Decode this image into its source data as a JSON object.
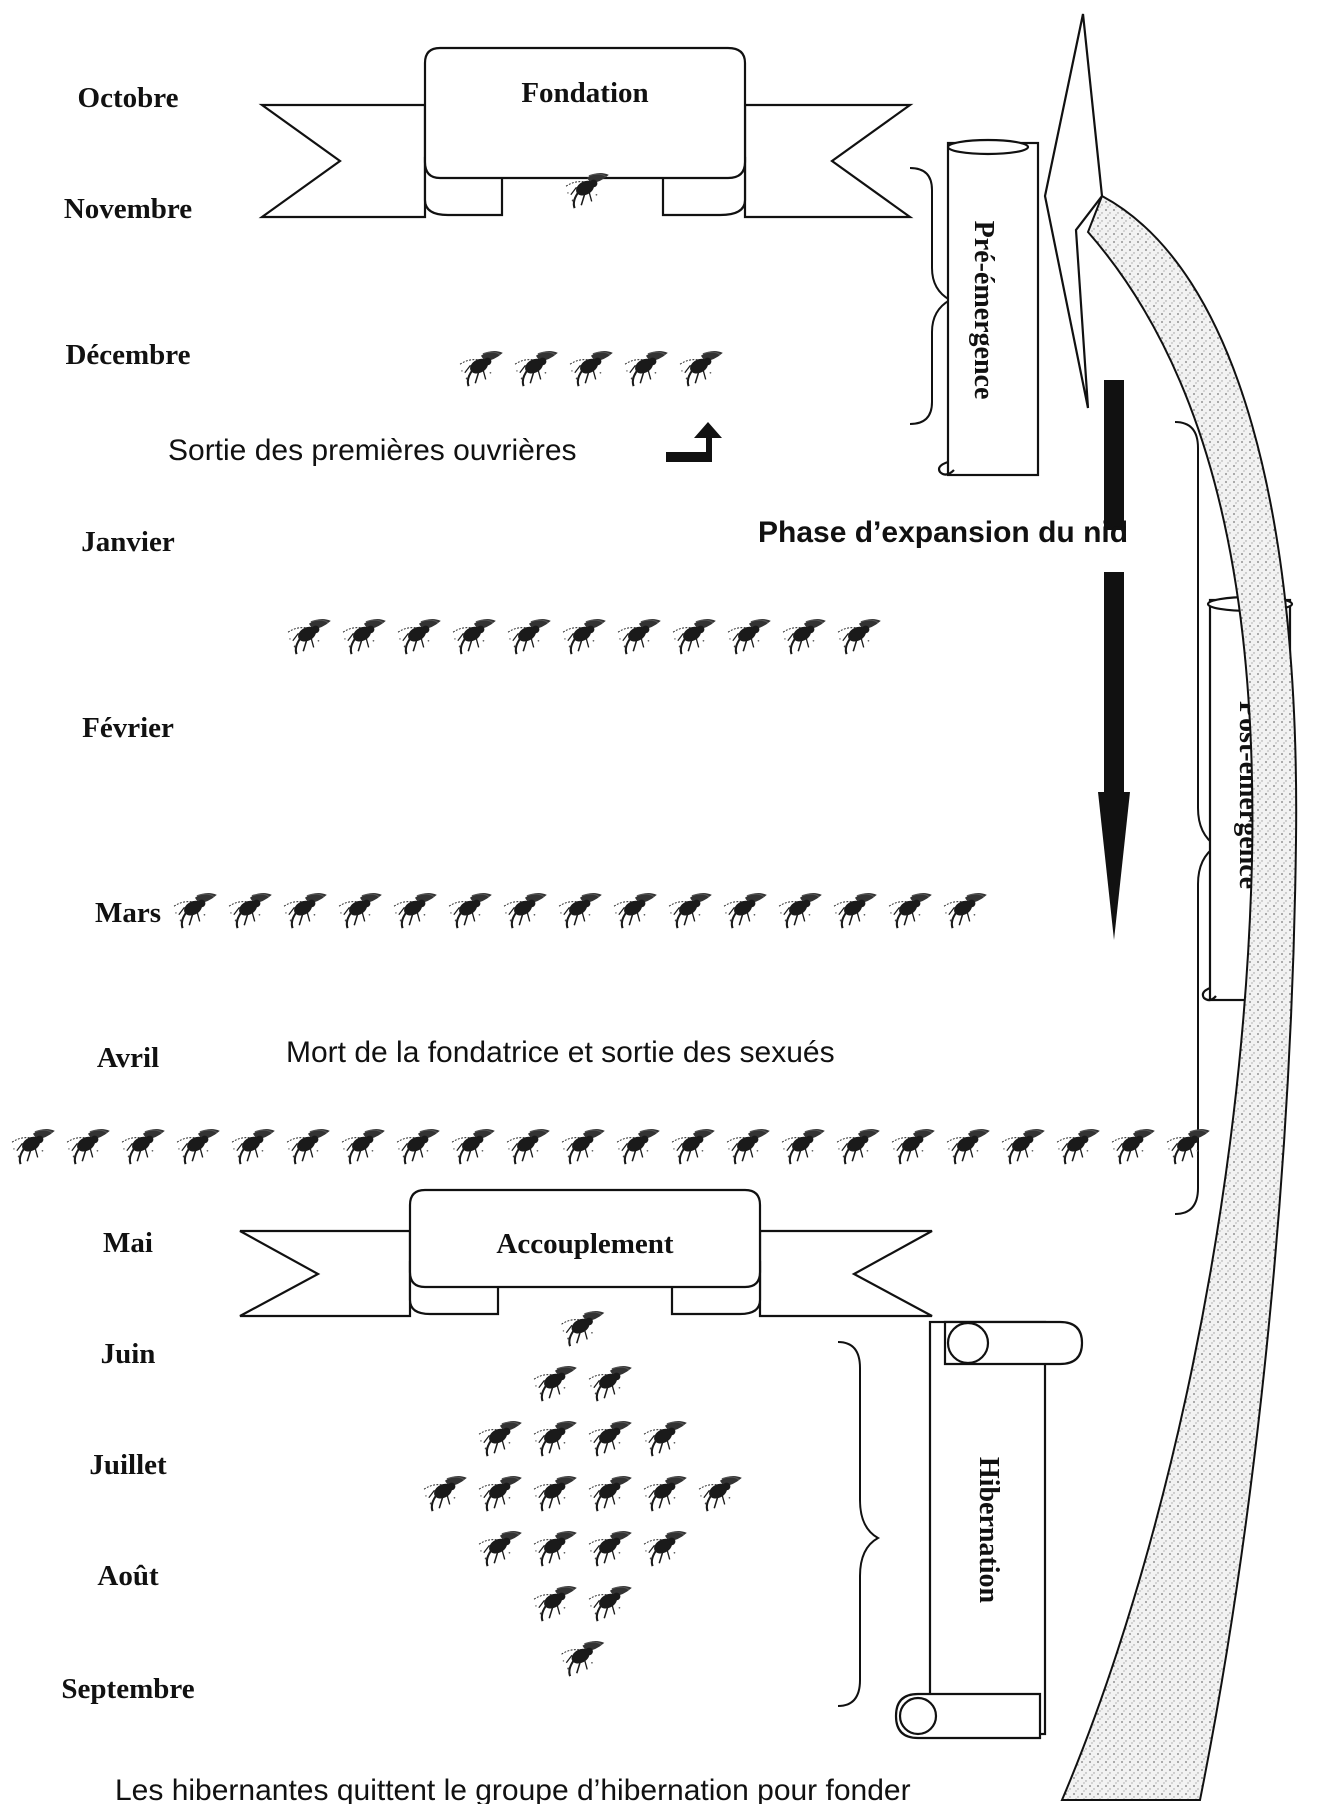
{
  "months": [
    "Octobre",
    "Novembre",
    "Décembre",
    "Janvier",
    "Février",
    "Mars",
    "Avril",
    "Mai",
    "Juin",
    "Juillet",
    "Août",
    "Septembre"
  ],
  "banners": {
    "foundation": "Fondation",
    "mating": "Accouplement"
  },
  "phases": {
    "pre_emergence": "Pré-émergence",
    "post_emergence": "Post-émergence",
    "hibernation": "Hibernation"
  },
  "notes": {
    "first_workers": "Sortie des premières ouvrières",
    "nest_expansion": "Phase d’expansion du nid",
    "foundress_death": "Mort de la fondatrice et sortie des sexués",
    "footer": "Les hibernantes quittent le groupe d’hibernation pour fonder"
  },
  "wasp_counts": {
    "november": 1,
    "december": 5,
    "january_february": 11,
    "march": 15,
    "april_may": 22,
    "hibernation_rows": [
      1,
      2,
      4,
      6,
      4,
      2,
      1
    ]
  }
}
